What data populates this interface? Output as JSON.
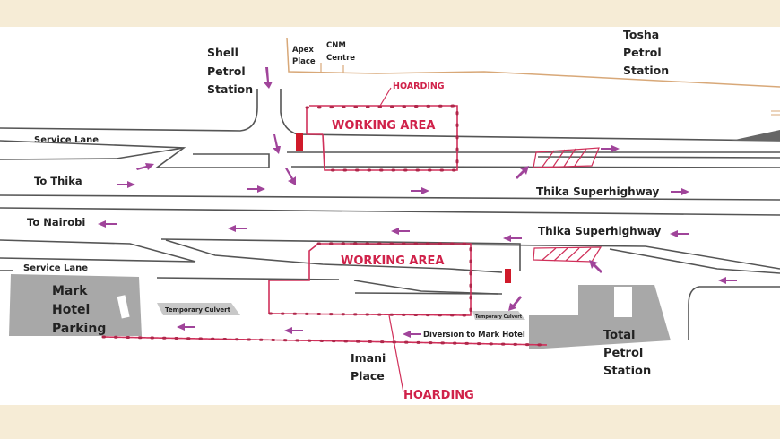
{
  "colors": {
    "background": "#f6ecd6",
    "map": "#ffffff",
    "hoarding": "#d0224a",
    "arrow": "#a0449a",
    "parking": "#a8a8a8"
  },
  "places": {
    "shell": [
      "Shell",
      "Petrol",
      "Station"
    ],
    "apex": [
      "Apex",
      "Place"
    ],
    "cnm": [
      "CNM",
      "Centre"
    ],
    "tosha": [
      "Tosha",
      "Petrol",
      "Station"
    ],
    "mark_hotel": [
      "Mark",
      "Hotel",
      "Parking"
    ],
    "total": [
      "Total",
      "Petrol",
      "Station"
    ],
    "imani": [
      "Imani",
      "Place"
    ]
  },
  "roads": {
    "service_lane_top": "Service Lane",
    "to_thika": "To Thika",
    "superhighway_top": "Thika Superhighway",
    "to_nairobi": "To Nairobi",
    "superhighway_bottom": "Thika Superhighway",
    "service_lane_bottom": "Service Lane"
  },
  "labels": {
    "working_area_top": "WORKING AREA",
    "working_area_bottom": "WORKING AREA",
    "hoarding_top": "HOARDING",
    "hoarding_bottom": "HOARDING",
    "temporary_culvert_left": "Temporary Culvert",
    "temporary_culvert_right": "Temporary Culvert",
    "diversion": "Diversion to Mark Hotel"
  }
}
